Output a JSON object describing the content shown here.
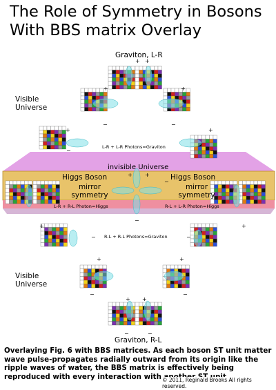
{
  "title": "The Role of Symmetry in Bosons With BBS matrix Overlay",
  "labels": {
    "graviton_lr": "Graviton, L-R",
    "graviton_rl": "Graviton, R-L",
    "visible_universe": "Visible Universe",
    "invisible_universe": "invisible Universe",
    "higgs_boson": "Higgs Boson",
    "mirror_symmetry": "mirror symmetry",
    "photons_lr_lr": "L-R + L-R Photons=Graviton",
    "photons_rl_rl": "R-L + R-L Photons=Graviton",
    "photon_lr_rl": "L-R + R-L Photon=Higgs",
    "photon_rl_lr": "R-L + L-R Photon=Higgs"
  },
  "caption": "Overlaying Fig. 6 with BBS matrices. As each boson ST unit matter wave pulse-propagates radially outward from its origin like the ripple waves of water, the BBS matrix is effectively being reproduced with every interaction with another ST unit.",
  "copyright": "© 2011, Reginald Brooks  All rights reserved.",
  "colors": {
    "wave": "#7fe0e8",
    "invisible_band": "#e3a2e6",
    "higgs_band": "#e8c36a",
    "higgs_stripe": "#ef8fa0"
  }
}
